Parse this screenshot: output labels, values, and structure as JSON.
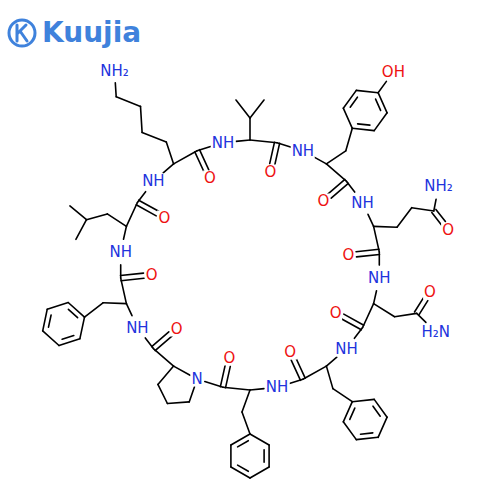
{
  "diagram": {
    "labels": [
      "Kuujia",
      "NH",
      "O",
      "NH",
      "O",
      "OH",
      "NH",
      "O",
      "O",
      "NH₂",
      "NH",
      "O",
      "O",
      "H₂N",
      "NH",
      "O",
      "NH",
      "O",
      "N",
      "O",
      "NH",
      "O",
      "NH",
      "O",
      "NH",
      "O",
      "NH₂"
    ]
  }
}
